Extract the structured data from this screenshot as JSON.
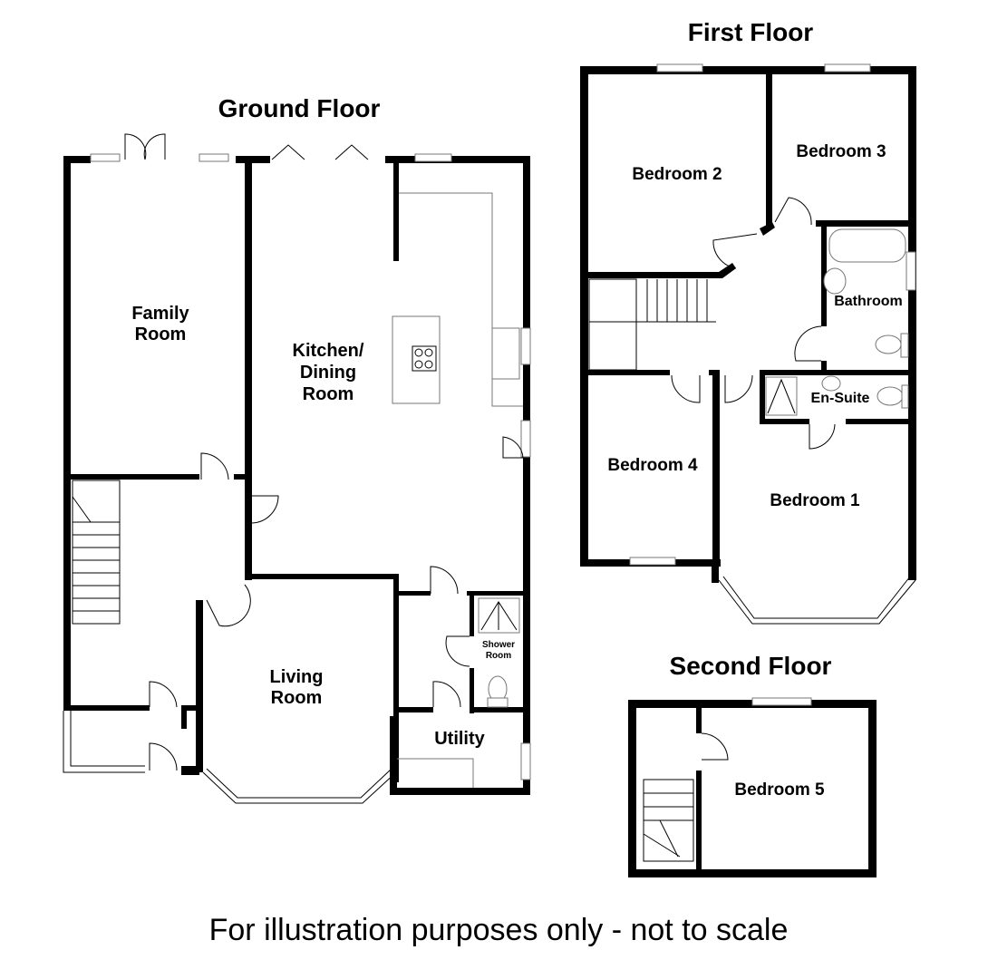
{
  "floors": {
    "ground": {
      "title": "Ground Floor",
      "rooms": {
        "family_room_1": "Family",
        "family_room_2": "Room",
        "kitchen_1": "Kitchen/",
        "kitchen_2": "Dining",
        "kitchen_3": "Room",
        "living_1": "Living",
        "living_2": "Room",
        "shower_1": "Shower",
        "shower_2": "Room",
        "utility": "Utility"
      }
    },
    "first": {
      "title": "First Floor",
      "rooms": {
        "bedroom2": "Bedroom 2",
        "bedroom3": "Bedroom 3",
        "bathroom": "Bathroom",
        "ensuite": "En-Suite",
        "bedroom4": "Bedroom 4",
        "bedroom1": "Bedroom 1"
      }
    },
    "second": {
      "title": "Second Floor",
      "rooms": {
        "bedroom5": "Bedroom 5"
      }
    }
  },
  "disclaimer": "For illustration purposes only - not to scale"
}
